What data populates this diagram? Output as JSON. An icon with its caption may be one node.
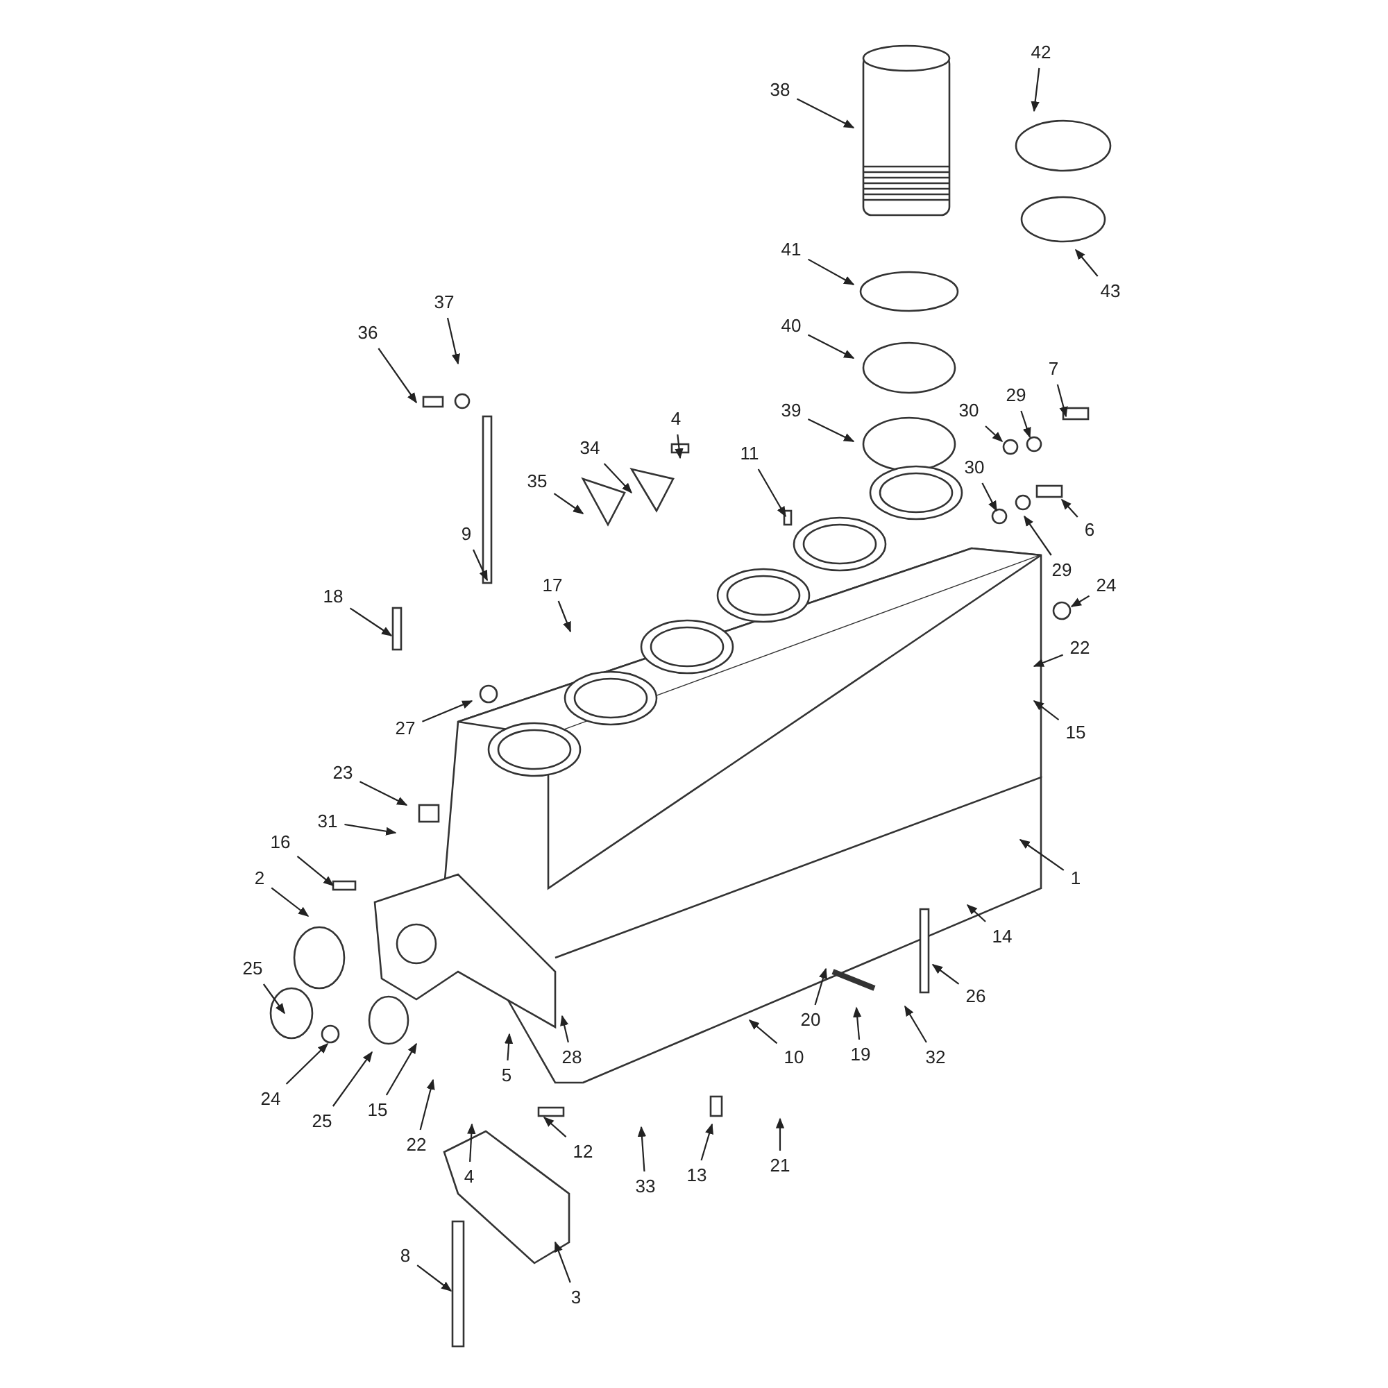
{
  "diagram": {
    "nodes": [
      {
        "text": [
          "38"
        ]
      },
      {
        "text": [
          "42"
        ]
      },
      {
        "text": [
          "43"
        ]
      },
      {
        "text": [
          "41"
        ]
      },
      {
        "text": [
          "40"
        ]
      },
      {
        "text": [
          "39"
        ]
      },
      {
        "text": [
          "37"
        ]
      },
      {
        "text": [
          "36"
        ]
      },
      {
        "text": [
          "34"
        ]
      },
      {
        "text": [
          "4"
        ]
      },
      {
        "text": [
          "35"
        ]
      },
      {
        "text": [
          "11"
        ]
      },
      {
        "text": [
          "30"
        ]
      },
      {
        "text": [
          "29"
        ]
      },
      {
        "text": [
          "7"
        ]
      },
      {
        "text": [
          "30"
        ]
      },
      {
        "text": [
          "29"
        ]
      },
      {
        "text": [
          "6"
        ]
      },
      {
        "text": [
          "9"
        ]
      },
      {
        "text": [
          "18"
        ]
      },
      {
        "text": [
          "17"
        ]
      },
      {
        "text": [
          "24"
        ]
      },
      {
        "text": [
          "22"
        ]
      },
      {
        "text": [
          "27"
        ]
      },
      {
        "text": [
          "15"
        ]
      },
      {
        "text": [
          "23"
        ]
      },
      {
        "text": [
          "31"
        ]
      },
      {
        "text": [
          "1"
        ]
      },
      {
        "text": [
          "16"
        ]
      },
      {
        "text": [
          "2"
        ]
      },
      {
        "text": [
          "14"
        ]
      },
      {
        "text": [
          "25"
        ]
      },
      {
        "text": [
          "26"
        ]
      },
      {
        "text": [
          "20"
        ]
      },
      {
        "text": [
          "24"
        ]
      },
      {
        "text": [
          "25"
        ]
      },
      {
        "text": [
          "15"
        ]
      },
      {
        "text": [
          "5"
        ]
      },
      {
        "text": [
          "28"
        ]
      },
      {
        "text": [
          "22"
        ]
      },
      {
        "text": [
          "19"
        ]
      },
      {
        "text": [
          "32"
        ]
      },
      {
        "text": [
          "10"
        ]
      },
      {
        "text": [
          "4"
        ]
      },
      {
        "text": [
          "12"
        ]
      },
      {
        "text": [
          "33"
        ]
      },
      {
        "text": [
          "13"
        ]
      },
      {
        "text": [
          "21"
        ]
      },
      {
        "text": [
          "8"
        ]
      },
      {
        "text": [
          "3"
        ]
      }
    ],
    "edges": [
      {
        "from": 0,
        "to": null,
        "arrow": "to"
      },
      {
        "from": 1,
        "to": null,
        "arrow": "to"
      },
      {
        "from": 2,
        "to": null,
        "arrow": "to"
      },
      {
        "from": 3,
        "to": null,
        "arrow": "to"
      },
      {
        "from": 4,
        "to": null,
        "arrow": "to"
      },
      {
        "from": 5,
        "to": null,
        "arrow": "to"
      },
      {
        "from": 6,
        "to": null,
        "arrow": "to"
      },
      {
        "from": 7,
        "to": null,
        "arrow": "to"
      },
      {
        "from": 8,
        "to": null,
        "arrow": "to"
      },
      {
        "from": 9,
        "to": null,
        "arrow": "to"
      },
      {
        "from": 10,
        "to": null,
        "arrow": "to"
      },
      {
        "from": 11,
        "to": null,
        "arrow": "to"
      },
      {
        "from": 12,
        "to": null,
        "arrow": "to"
      },
      {
        "from": 13,
        "to": null,
        "arrow": "to"
      },
      {
        "from": 14,
        "to": null,
        "arrow": "to"
      },
      {
        "from": 15,
        "to": null,
        "arrow": "to"
      },
      {
        "from": 16,
        "to": null,
        "arrow": "to"
      },
      {
        "from": 17,
        "to": null,
        "arrow": "to"
      },
      {
        "from": 18,
        "to": null,
        "arrow": "to"
      },
      {
        "from": 19,
        "to": null,
        "arrow": "to"
      },
      {
        "from": 20,
        "to": null,
        "arrow": "to"
      },
      {
        "from": 21,
        "to": null,
        "arrow": "to"
      },
      {
        "from": 22,
        "to": null,
        "arrow": "to"
      },
      {
        "from": 23,
        "to": null,
        "arrow": "to"
      },
      {
        "from": 24,
        "to": null,
        "arrow": "to"
      },
      {
        "from": 25,
        "to": null,
        "arrow": "to"
      },
      {
        "from": 26,
        "to": null,
        "arrow": "to"
      },
      {
        "from": 27,
        "to": null,
        "arrow": "to"
      },
      {
        "from": 28,
        "to": null,
        "arrow": "to"
      },
      {
        "from": 29,
        "to": null,
        "arrow": "to"
      },
      {
        "from": 30,
        "to": null,
        "arrow": "to"
      },
      {
        "from": 31,
        "to": null,
        "arrow": "to"
      },
      {
        "from": 32,
        "to": null,
        "arrow": "to"
      },
      {
        "from": 33,
        "to": null,
        "arrow": "to"
      },
      {
        "from": 34,
        "to": null,
        "arrow": "to"
      },
      {
        "from": 35,
        "to": null,
        "arrow": "to"
      },
      {
        "from": 36,
        "to": null,
        "arrow": "to"
      },
      {
        "from": 37,
        "to": null,
        "arrow": "to"
      },
      {
        "from": 38,
        "to": null,
        "arrow": "to"
      },
      {
        "from": 39,
        "to": null,
        "arrow": "to"
      },
      {
        "from": 40,
        "to": null,
        "arrow": "to"
      },
      {
        "from": 41,
        "to": null,
        "arrow": "to"
      },
      {
        "from": 42,
        "to": null,
        "arrow": "to"
      },
      {
        "from": 43,
        "to": null,
        "arrow": "to"
      },
      {
        "from": 44,
        "to": null,
        "arrow": "to"
      },
      {
        "from": 45,
        "to": null,
        "arrow": "to"
      },
      {
        "from": 46,
        "to": null,
        "arrow": "to"
      },
      {
        "from": 47,
        "to": null,
        "arrow": "to"
      },
      {
        "from": 48,
        "to": null,
        "arrow": "to"
      },
      {
        "from": 49,
        "to": null,
        "arrow": "to"
      }
    ]
  }
}
